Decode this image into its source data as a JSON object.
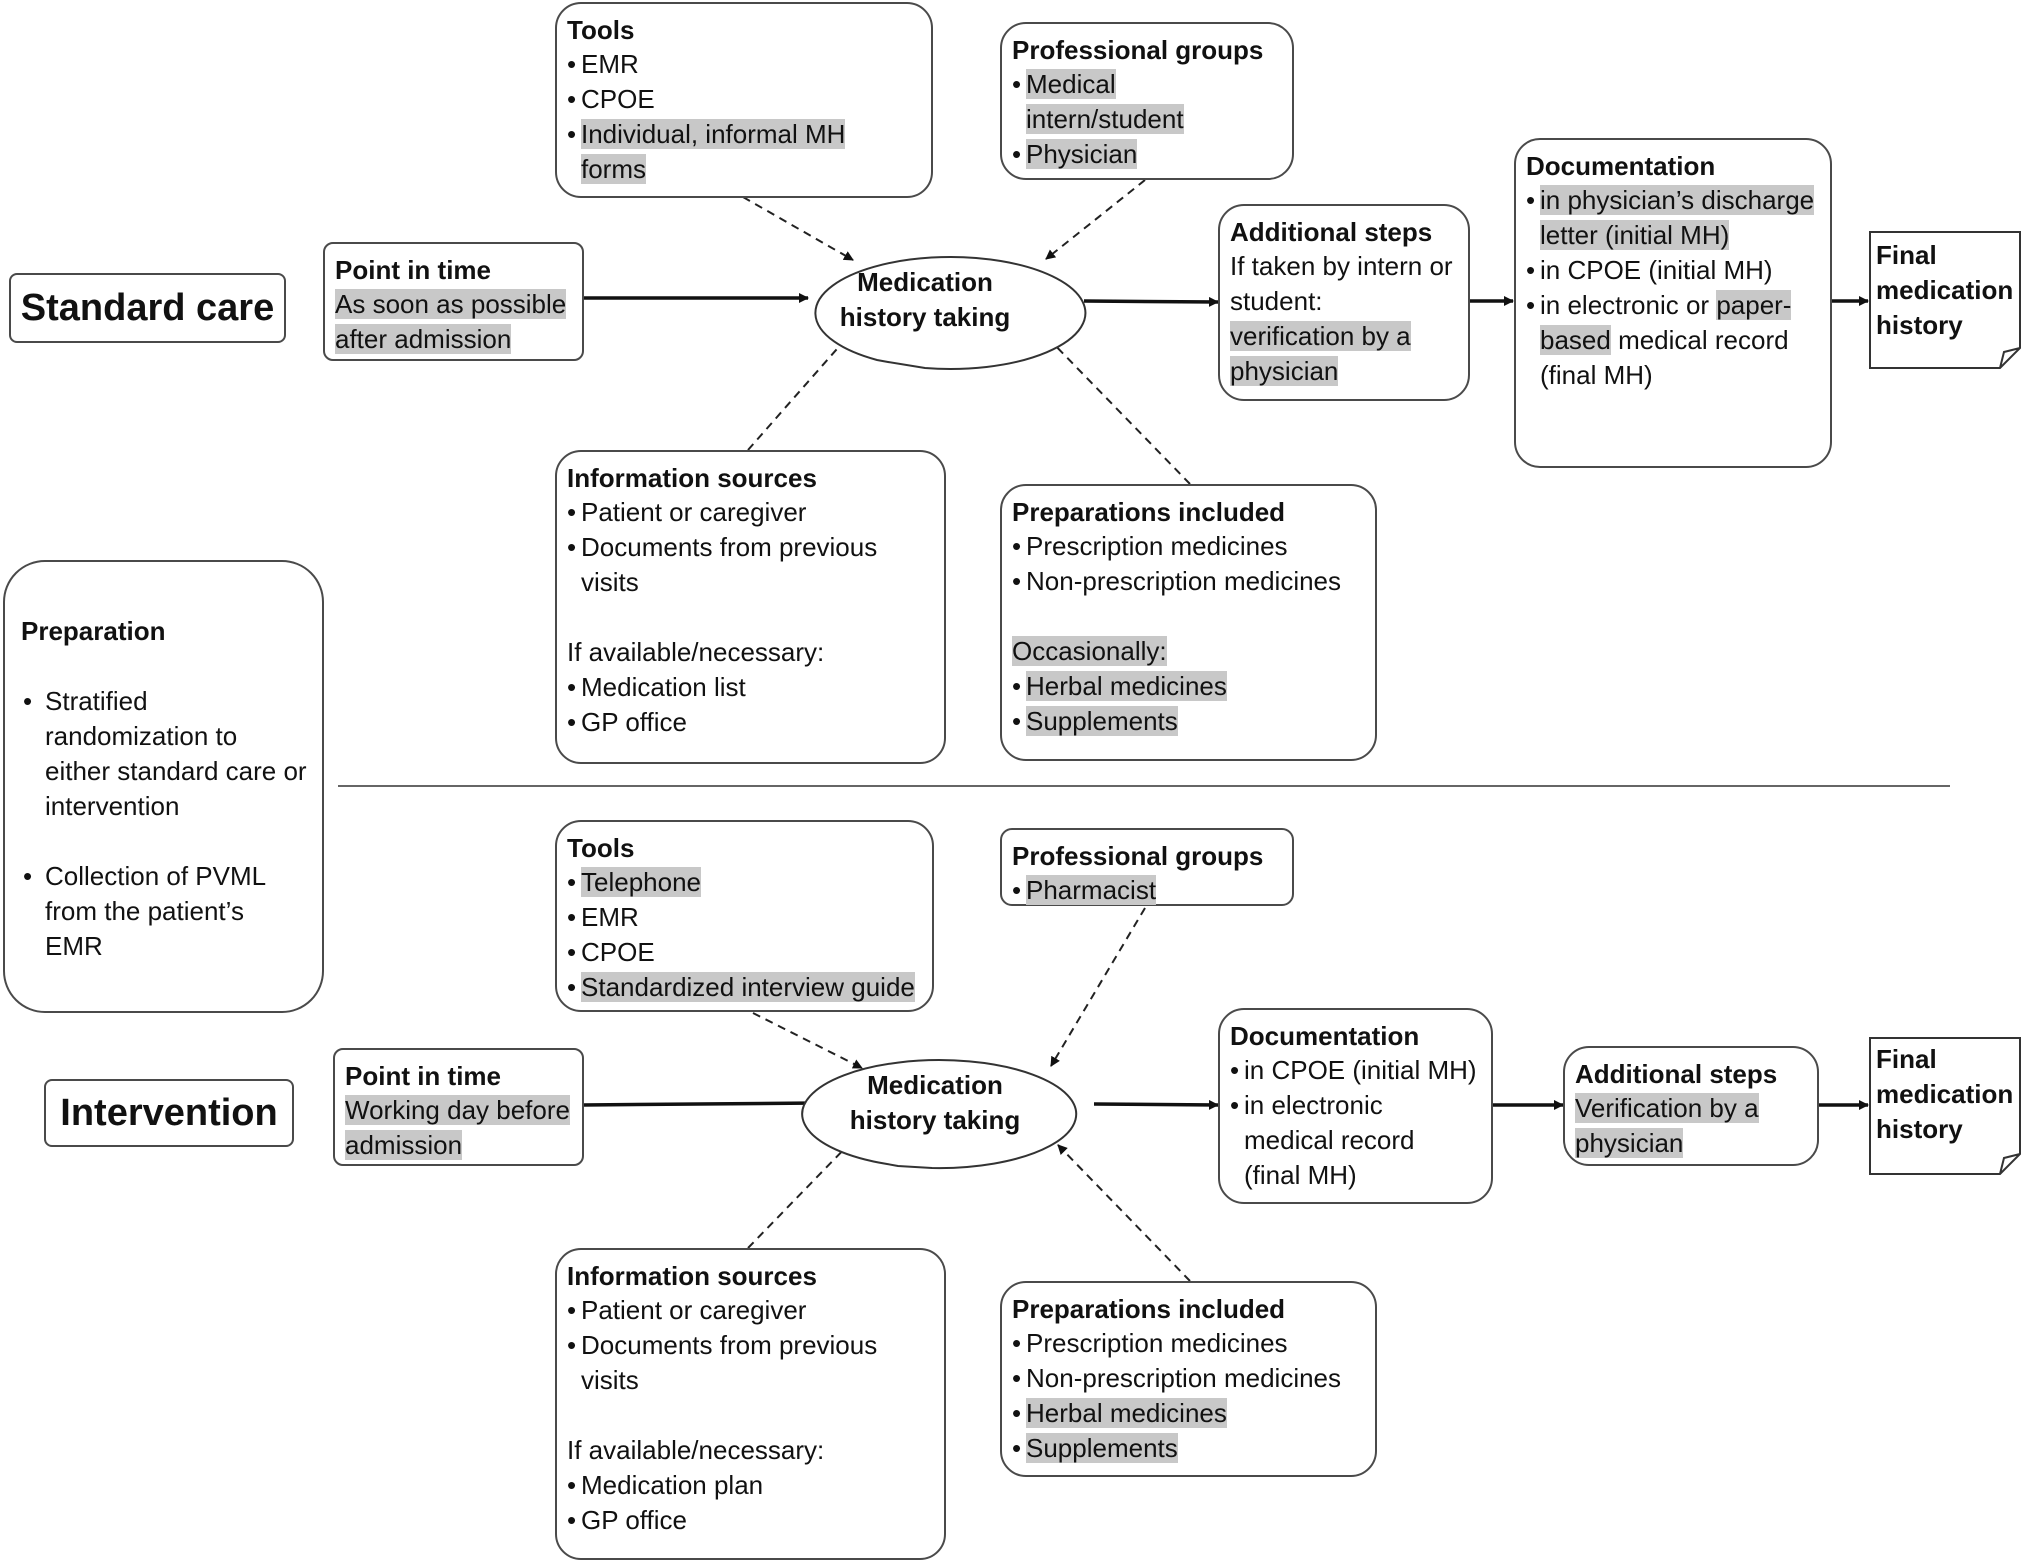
{
  "preparation": {
    "title": "Preparation",
    "items": [
      "Stratified randomization to either standard care or intervention",
      "Collection of PVML from the patient’s EMR"
    ]
  },
  "standard_care": {
    "label": "Standard care",
    "tools": {
      "title": "Tools",
      "items": [
        "EMR",
        "CPOE",
        "Individual, informal MH forms"
      ]
    },
    "professional_groups": {
      "title": "Professional groups",
      "items": [
        "Medical intern/student",
        "Physician"
      ]
    },
    "point_in_time": {
      "title": "Point in time",
      "text": "As soon as possible after admission"
    },
    "center": {
      "line1": "Medication",
      "line2": "history taking"
    },
    "additional_steps": {
      "title": "Additional steps",
      "text_plain": "If taken by intern or student:",
      "text_highlight": "verification by  a physician"
    },
    "documentation": {
      "title": "Documentation",
      "item1": "in physician’s discharge letter (initial MH)",
      "item2": "in CPOE (initial MH)",
      "item3_a": "in electronic or ",
      "item3_b": "paper-based",
      "item3_c": " medical record (final MH)"
    },
    "final": {
      "line1": "Final",
      "line2": "medication",
      "line3": "history"
    },
    "information_sources": {
      "title": "Information sources",
      "items": [
        "Patient or caregiver",
        "Documents from previous visits"
      ],
      "conditional_label": "If available/necessary:",
      "conditional_items": [
        "Medication list",
        "GP office"
      ]
    },
    "preparations_included": {
      "title": "Preparations included",
      "items": [
        "Prescription medicines",
        "Non-prescription medicines"
      ],
      "occasionally_label": "Occasionally:",
      "occasional_items": [
        "Herbal medicines",
        "Supplements"
      ]
    }
  },
  "intervention": {
    "label": "Intervention",
    "tools": {
      "title": "Tools",
      "items": [
        "Telephone",
        "EMR",
        "CPOE",
        "Standardized interview guide"
      ]
    },
    "professional_groups": {
      "title": "Professional groups",
      "items": [
        "Pharmacist"
      ]
    },
    "point_in_time": {
      "title": "Point in time",
      "text": "Working day before admission"
    },
    "center": {
      "line1": "Medication",
      "line2": "history taking"
    },
    "documentation": {
      "title": "Documentation",
      "items": [
        "in CPOE (initial MH)",
        "in electronic medical record (final MH)"
      ]
    },
    "additional_steps": {
      "title": "Additional steps",
      "text": "Verification by a physician"
    },
    "final": {
      "line1": "Final",
      "line2": "medication",
      "line3": "history"
    },
    "information_sources": {
      "title": "Information sources",
      "items": [
        "Patient or caregiver",
        "Documents from previous visits"
      ],
      "conditional_label": "If available/necessary:",
      "conditional_items": [
        "Medication plan",
        "GP office"
      ]
    },
    "preparations_included": {
      "title": "Preparations included",
      "items": [
        "Prescription medicines",
        "Non-prescription medicines"
      ],
      "highlighted_items": [
        "Herbal medicines",
        "Supplements"
      ]
    }
  },
  "colors": {
    "highlight": "#c8c8c8",
    "border": "#4a4a4a"
  }
}
